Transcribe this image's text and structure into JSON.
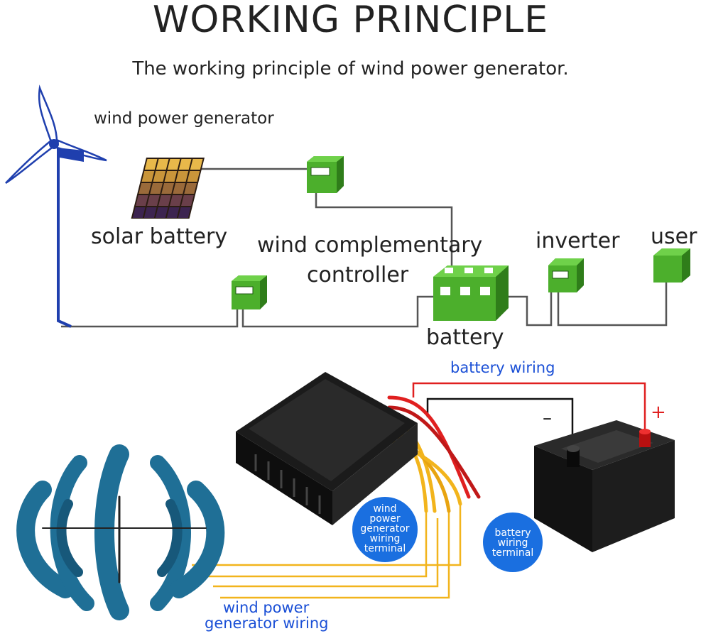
{
  "title": "WORKING PRINCIPLE",
  "subtitle": "The working principle of wind power generator.",
  "labels": {
    "wind_power_generator": "wind power generator",
    "solar_battery": "solar battery",
    "wind_complementary": "wind complementary",
    "controller": "controller",
    "inverter": "inverter",
    "user": "user",
    "battery": "battery",
    "battery_wiring": "battery wiring",
    "minus": "–",
    "plus": "+",
    "wind_terminal": [
      "wind",
      "power",
      "generator",
      "wiring",
      "terminal"
    ],
    "battery_terminal": [
      "battery",
      "wiring",
      "terminal"
    ],
    "wind_power": "wind power",
    "generator_wiring": "generator wiring"
  },
  "colors": {
    "box_green": "#4caf2c",
    "box_dark": "#2f7d1a",
    "wire_gray": "#555555",
    "wire_blue": "#1f3fae",
    "label_blue": "#1a4fd6",
    "turbine_teal": "#1f6f96",
    "wire_red": "#e02020",
    "wire_yellow": "#f2b41c"
  }
}
